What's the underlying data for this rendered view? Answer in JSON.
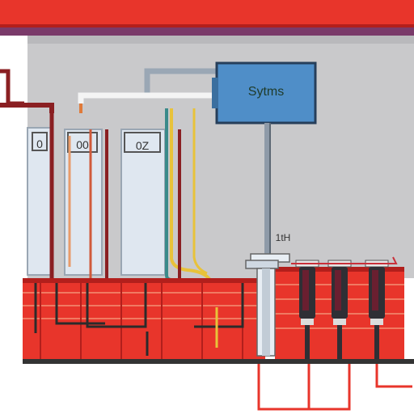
{
  "panel": {
    "label": "Sytms"
  },
  "gauge": {
    "label": "1tH"
  },
  "tanks": [
    {
      "label": "0"
    },
    {
      "label": "00"
    },
    {
      "label": "0Z"
    }
  ],
  "colors": {
    "roof": "#e8352b",
    "roof_band": "#7a3a6a",
    "wall": "#c9c9cb",
    "cabinet": "#e8352b",
    "panel": "#4f8ec8",
    "pipe_dark": "#8a1f22",
    "tank_fill": "#dfe7f0",
    "floor": "#333333"
  }
}
